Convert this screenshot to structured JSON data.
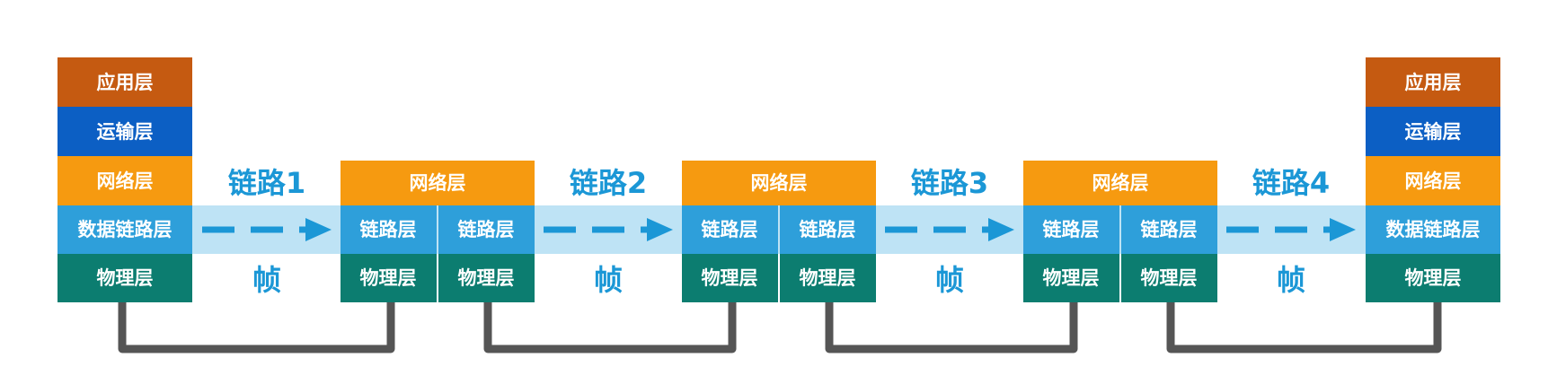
{
  "layers": {
    "application": "应用层",
    "transport": "运输层",
    "network": "网络层",
    "datalink": "数据链路层",
    "link": "链路层",
    "physical": "物理层"
  },
  "links": [
    "链路1",
    "链路2",
    "链路3",
    "链路4"
  ],
  "frame_label": "帧",
  "colors": {
    "application": "#C55A11",
    "transport": "#0C5FC4",
    "network": "#F69A10",
    "datalink": "#2E9FDA",
    "physical": "#0C7D70",
    "link_band": "#BEE3F5",
    "link_text": "#1B97D6",
    "arrow": "#1B97D6",
    "cable": "#555555"
  }
}
